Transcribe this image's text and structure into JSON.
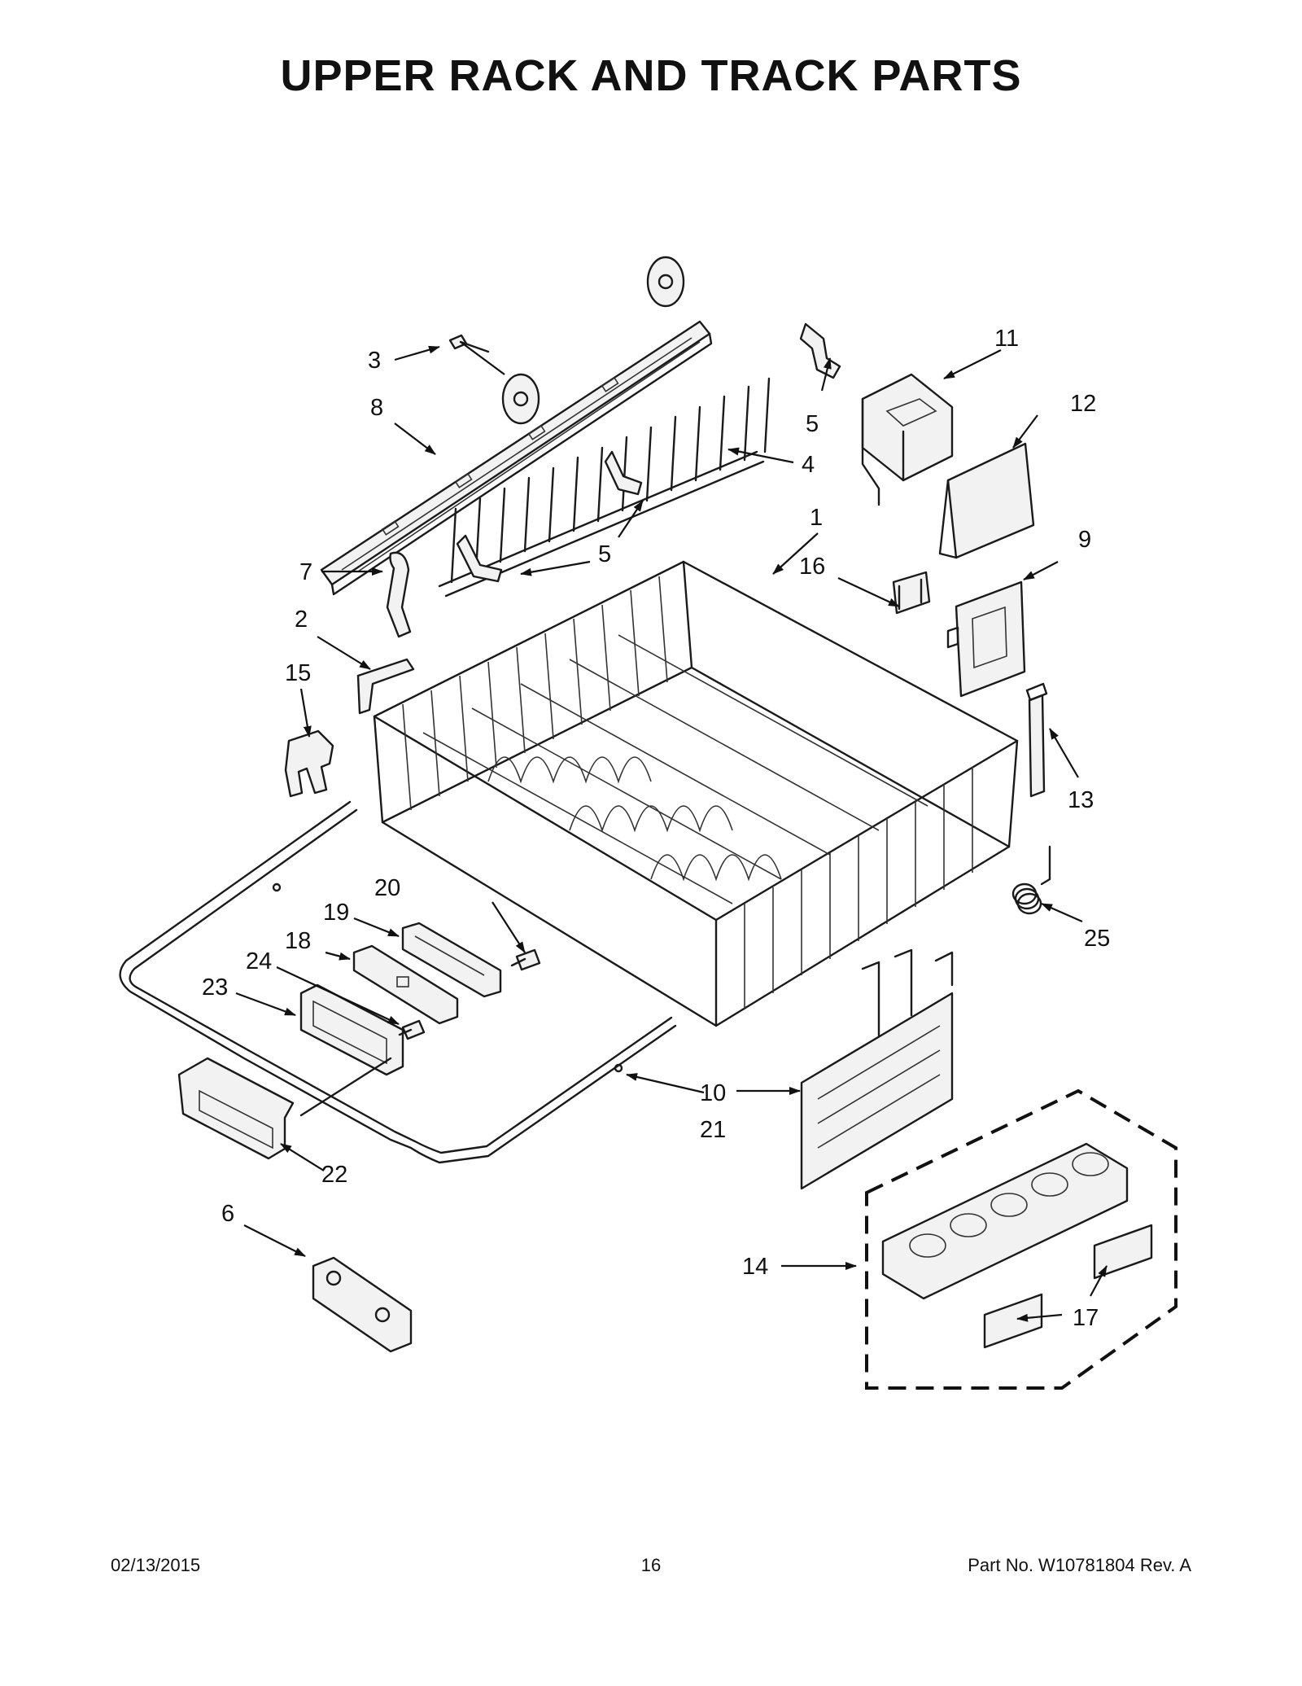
{
  "title": "UPPER RACK AND TRACK PARTS",
  "callouts": [
    {
      "id": "c1",
      "label": "1"
    },
    {
      "id": "c2",
      "label": "2"
    },
    {
      "id": "c3",
      "label": "3"
    },
    {
      "id": "c4",
      "label": "4"
    },
    {
      "id": "c5a",
      "label": "5"
    },
    {
      "id": "c5b",
      "label": "5"
    },
    {
      "id": "c6",
      "label": "6"
    },
    {
      "id": "c7",
      "label": "7"
    },
    {
      "id": "c8",
      "label": "8"
    },
    {
      "id": "c9",
      "label": "9"
    },
    {
      "id": "c10",
      "label": "10"
    },
    {
      "id": "c11",
      "label": "11"
    },
    {
      "id": "c12",
      "label": "12"
    },
    {
      "id": "c13",
      "label": "13"
    },
    {
      "id": "c14",
      "label": "14"
    },
    {
      "id": "c15",
      "label": "15"
    },
    {
      "id": "c16",
      "label": "16"
    },
    {
      "id": "c17",
      "label": "17"
    },
    {
      "id": "c18",
      "label": "18"
    },
    {
      "id": "c19",
      "label": "19"
    },
    {
      "id": "c20",
      "label": "20"
    },
    {
      "id": "c21",
      "label": "21"
    },
    {
      "id": "c22",
      "label": "22"
    },
    {
      "id": "c23",
      "label": "23"
    },
    {
      "id": "c24",
      "label": "24"
    },
    {
      "id": "c25",
      "label": "25"
    }
  ],
  "footer": {
    "date": "02/13/2015",
    "page": "16",
    "part_number": "Part No.  W10781804  Rev.  A"
  }
}
